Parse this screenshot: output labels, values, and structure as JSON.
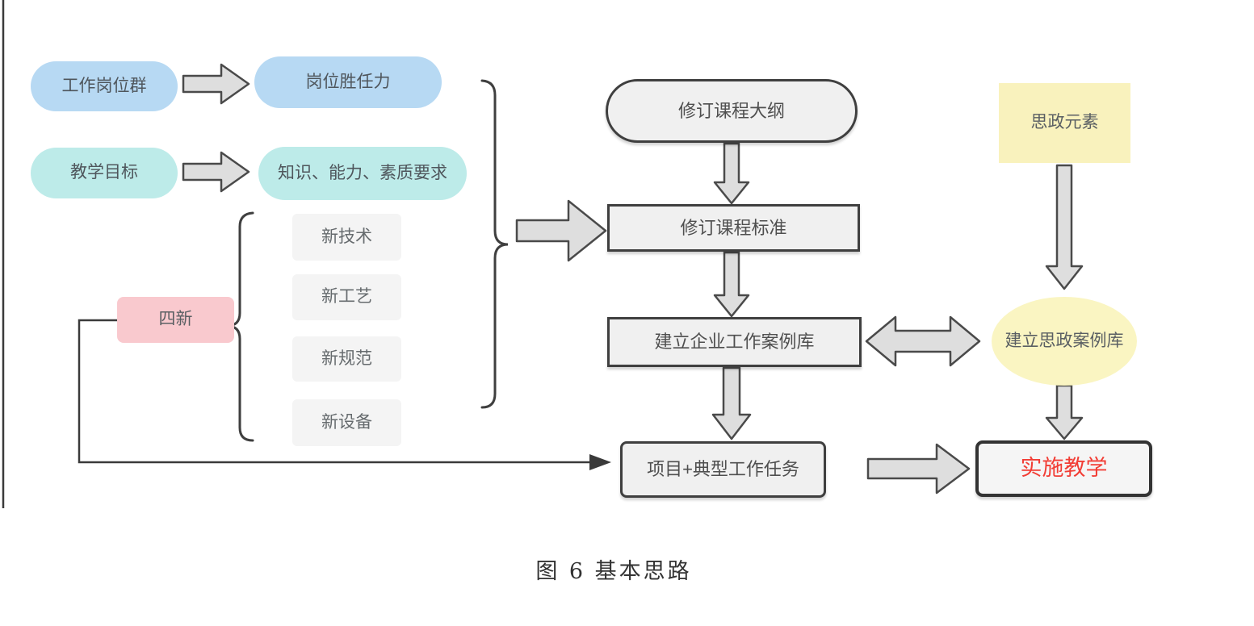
{
  "figure": {
    "caption": "图 6 基本思路"
  },
  "nodes": {
    "job_group": "工作岗位群",
    "competency": "岗位胜任力",
    "teach_goal": "教学目标",
    "requirements": "知识、能力、素质要求",
    "four_new": "四新",
    "new_tech": "新技术",
    "new_craft": "新工艺",
    "new_standard": "新规范",
    "new_equip": "新设备",
    "revise_outline": "修订课程大纲",
    "revise_standard": "修订课程标准",
    "enterprise_lib": "建立企业工作案例库",
    "project_tasks": "项目+典型工作任务",
    "ideology": "思政元素",
    "ideology_lib": "建立思政案例库",
    "implement": "实施教学"
  },
  "colors": {
    "pill_blue": "#b7d9f3",
    "pill_cyan": "#bdebe9",
    "pink": "#f9c9ce",
    "yellow_box": "#f9f2bd",
    "yellow_ellipse": "#faf5c2",
    "gray_item": "#f4f4f4",
    "flow_fill": "#f0f0f0",
    "arrow_fill": "#dedede",
    "outline": "#3f3f3f",
    "red_text": "#f23d35"
  }
}
